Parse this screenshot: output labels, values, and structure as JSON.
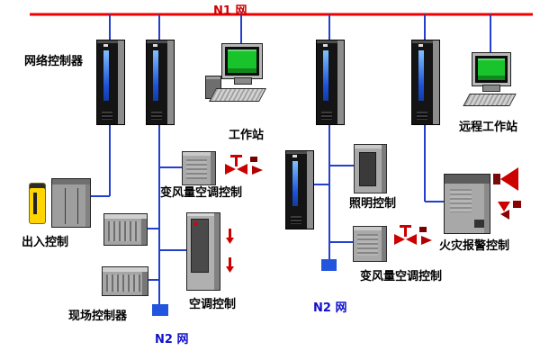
{
  "diagram": {
    "n1_label": "N1 网",
    "n2_label_left": "N2 网",
    "n2_label_mid": "N2 网",
    "labels": {
      "network_controller": "网络控制器",
      "workstation": "工作站",
      "remote_workstation": "远程工作站",
      "vav_control_top": "变风量空调控制",
      "access_control": "出入控制",
      "field_controller": "现场控制器",
      "ac_control": "空调控制",
      "lighting_control": "照明控制",
      "vav_control_bottom": "变风量空调控制",
      "fire_alarm_control": "火灾报警控制"
    },
    "colors": {
      "bus": "#ee0000",
      "line": "#2240cc",
      "node": "#2255dd",
      "n1_text": "#cc0000",
      "n2_text": "#1111cc",
      "screen_green": "#19c32c",
      "tower_stripe": "#1c52d8",
      "alarm_red": "#cc0000",
      "reader_yellow": "#ffd400"
    }
  }
}
